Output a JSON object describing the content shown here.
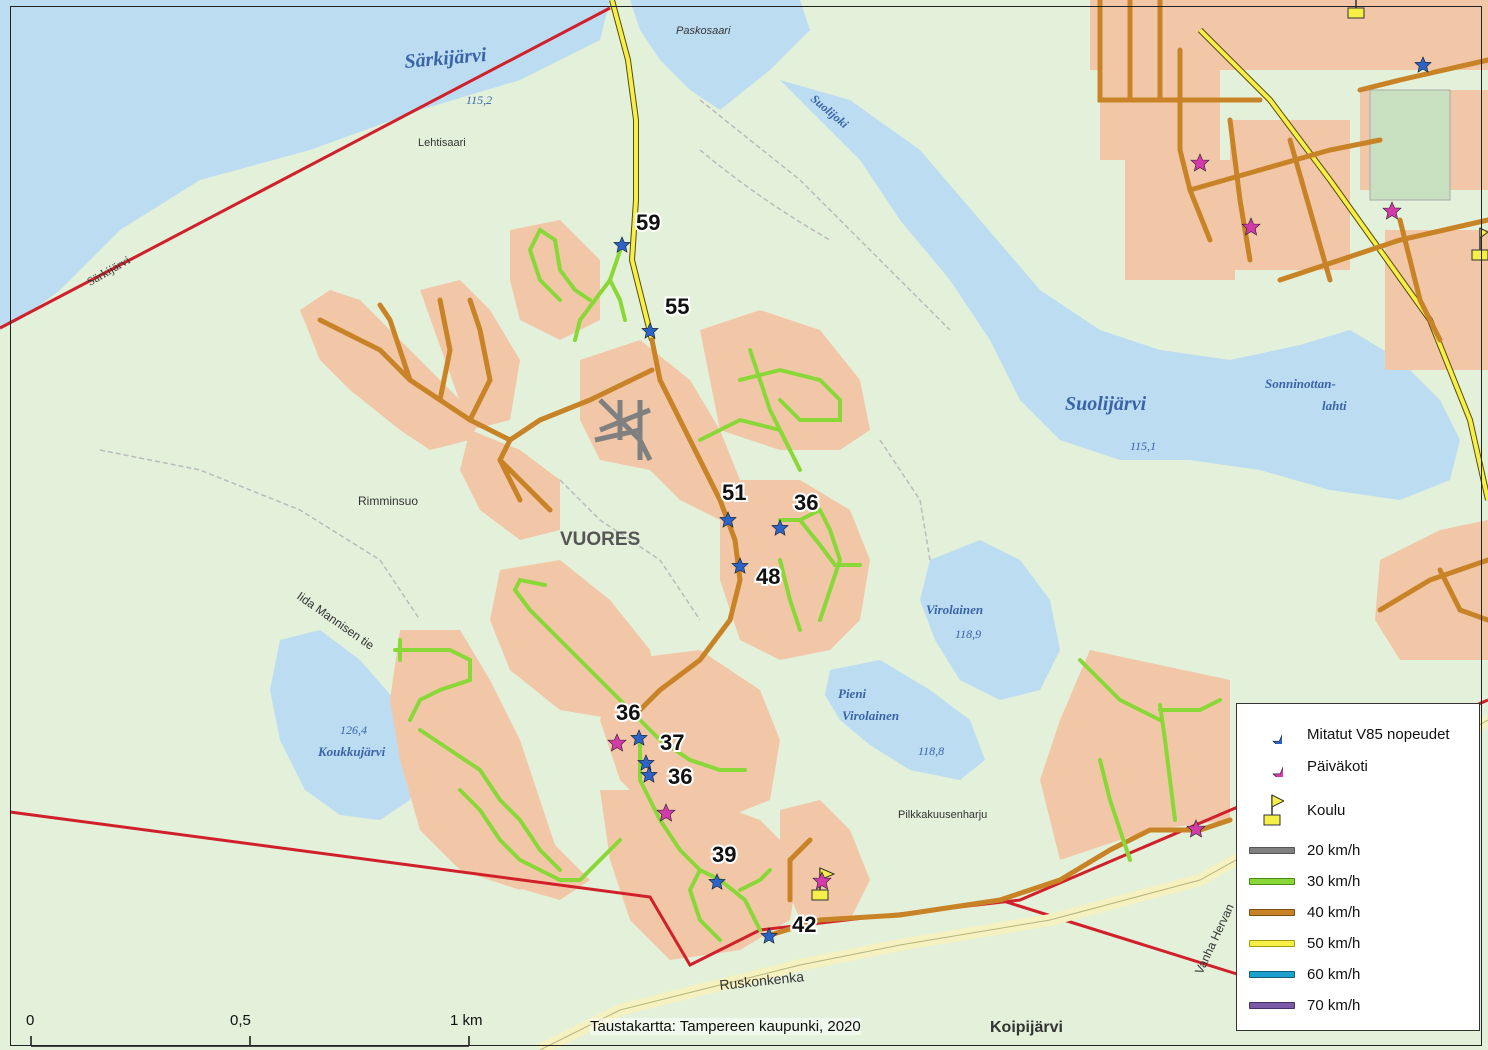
{
  "map": {
    "place_labels": {
      "sarkijarvi_lake": "Särkijärvi",
      "sarkijarvi_elev": "115,2",
      "sarkijarvi_small": "Särkijärvi",
      "lehtisaari": "Lehtisaari",
      "paskosaari": "Paskosaari",
      "suolijoki": "Suolijoki",
      "suolijarvi": "Suolijärvi",
      "suolijarvi_elev": "115,1",
      "sonninottanlahti_1": "Sonninottan-",
      "sonninottanlahti_2": "lahti",
      "rimminsuo": "Rimminsuo",
      "vuores": "VUORES",
      "virolainen": "Virolainen",
      "virolainen_elev": "118,9",
      "pieni_virolainen_1": "Pieni",
      "pieni_virolainen_2": "Virolainen",
      "pieni_virolainen_elev": "118,8",
      "koukkujarvi": "Koukkujärvi",
      "koukkujarvi_elev": "126,4",
      "pilkkakuusenharju": "Pilkkakuusenharju",
      "ida_mannisen_tie": "Iida Mannisen tie",
      "ruskonkenka": "Ruskonkenka",
      "koipijarvi": "Koipijärvi",
      "vanha_hervanta": "Vanha Hervan"
    },
    "speed_labels": [
      {
        "id": "s59",
        "value": "59"
      },
      {
        "id": "s55",
        "value": "55"
      },
      {
        "id": "s51",
        "value": "51"
      },
      {
        "id": "s36a",
        "value": "36"
      },
      {
        "id": "s48",
        "value": "48"
      },
      {
        "id": "s36b",
        "value": "36"
      },
      {
        "id": "s37",
        "value": "37"
      },
      {
        "id": "s36c",
        "value": "36"
      },
      {
        "id": "s39",
        "value": "39"
      },
      {
        "id": "s42",
        "value": "42"
      }
    ],
    "colors": {
      "land": "#e3f0da",
      "water": "#bcdcf2",
      "residential": "#f2c7a8",
      "boundary": "#d0202a",
      "speed_20": "#808080",
      "speed_30": "#8ad838",
      "speed_40": "#c98327",
      "speed_50": "#f5ef48",
      "speed_60": "#1f9fd0",
      "speed_70": "#7a5aa6",
      "measure_star": "#2c63c7",
      "daycare_star": "#d33aaa",
      "school_flag": "#f5ef48"
    }
  },
  "legend": {
    "items": [
      {
        "label": "Mitatut V85 nopeudet",
        "icon": "blue-star-icon"
      },
      {
        "label": "Päiväkoti",
        "icon": "magenta-star-icon"
      },
      {
        "label": "Koulu",
        "icon": "school-flag-icon"
      },
      {
        "label": "20 km/h",
        "color": "#808080"
      },
      {
        "label": "30 km/h",
        "color": "#8ad838"
      },
      {
        "label": "40 km/h",
        "color": "#c98327"
      },
      {
        "label": "50 km/h",
        "color": "#f5ef48"
      },
      {
        "label": "60 km/h",
        "color": "#1f9fd0"
      },
      {
        "label": "70 km/h",
        "color": "#7a5aa6"
      }
    ]
  },
  "scale": {
    "zero": "0",
    "half": "0,5",
    "one": "1 km"
  },
  "credit": "Taustakartta: Tampereen kaupunki, 2020"
}
